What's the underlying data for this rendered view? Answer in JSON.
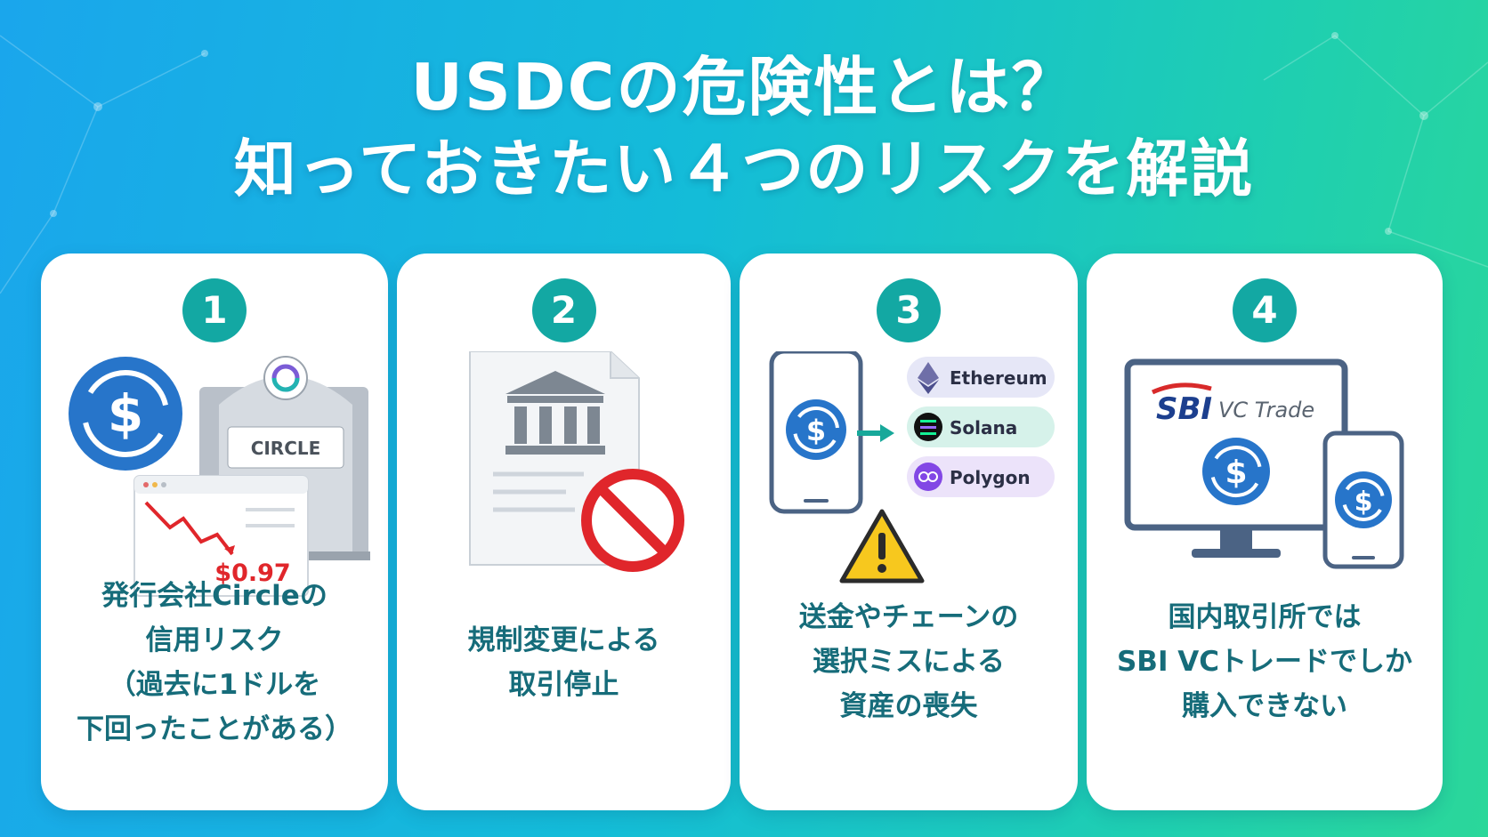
{
  "title": {
    "line1": "USDCの危険性とは？",
    "line2": "知っておきたい４つのリスクを解説"
  },
  "colors": {
    "accent_teal": "#13a8a3",
    "caption_text": "#166c7a",
    "usdc_blue": "#2775ca",
    "warning_red": "#e0262b",
    "warning_yellow": "#f7c81e"
  },
  "cards": [
    {
      "number": "1",
      "caption_lines": [
        "発行会社Circleの",
        "信用リスク",
        "（過去に1ドルを",
        "下回ったことがある）"
      ],
      "building_label": "CIRCLE",
      "price_label": "$0.97",
      "icons": [
        "usdc-coin-icon",
        "circle-building-icon",
        "price-drop-chart-icon"
      ]
    },
    {
      "number": "2",
      "caption_lines": [
        "規制変更による",
        "取引停止"
      ],
      "icons": [
        "document-icon",
        "bank-icon",
        "prohibited-icon"
      ]
    },
    {
      "number": "3",
      "caption_lines": [
        "送金やチェーンの",
        "選択ミスによる",
        "資産の喪失"
      ],
      "chains": [
        "Ethereum",
        "Solana",
        "Polygon"
      ],
      "icons": [
        "smartphone-icon",
        "usdc-coin-icon",
        "arrow-right-icon",
        "warning-icon"
      ]
    },
    {
      "number": "4",
      "caption_lines": [
        "国内取引所では",
        "SBI VCトレードでしか",
        "購入できない"
      ],
      "brand_main": "SBI",
      "brand_sub": "VC Trade",
      "icons": [
        "monitor-icon",
        "smartphone-icon",
        "usdc-coin-icon"
      ]
    }
  ]
}
